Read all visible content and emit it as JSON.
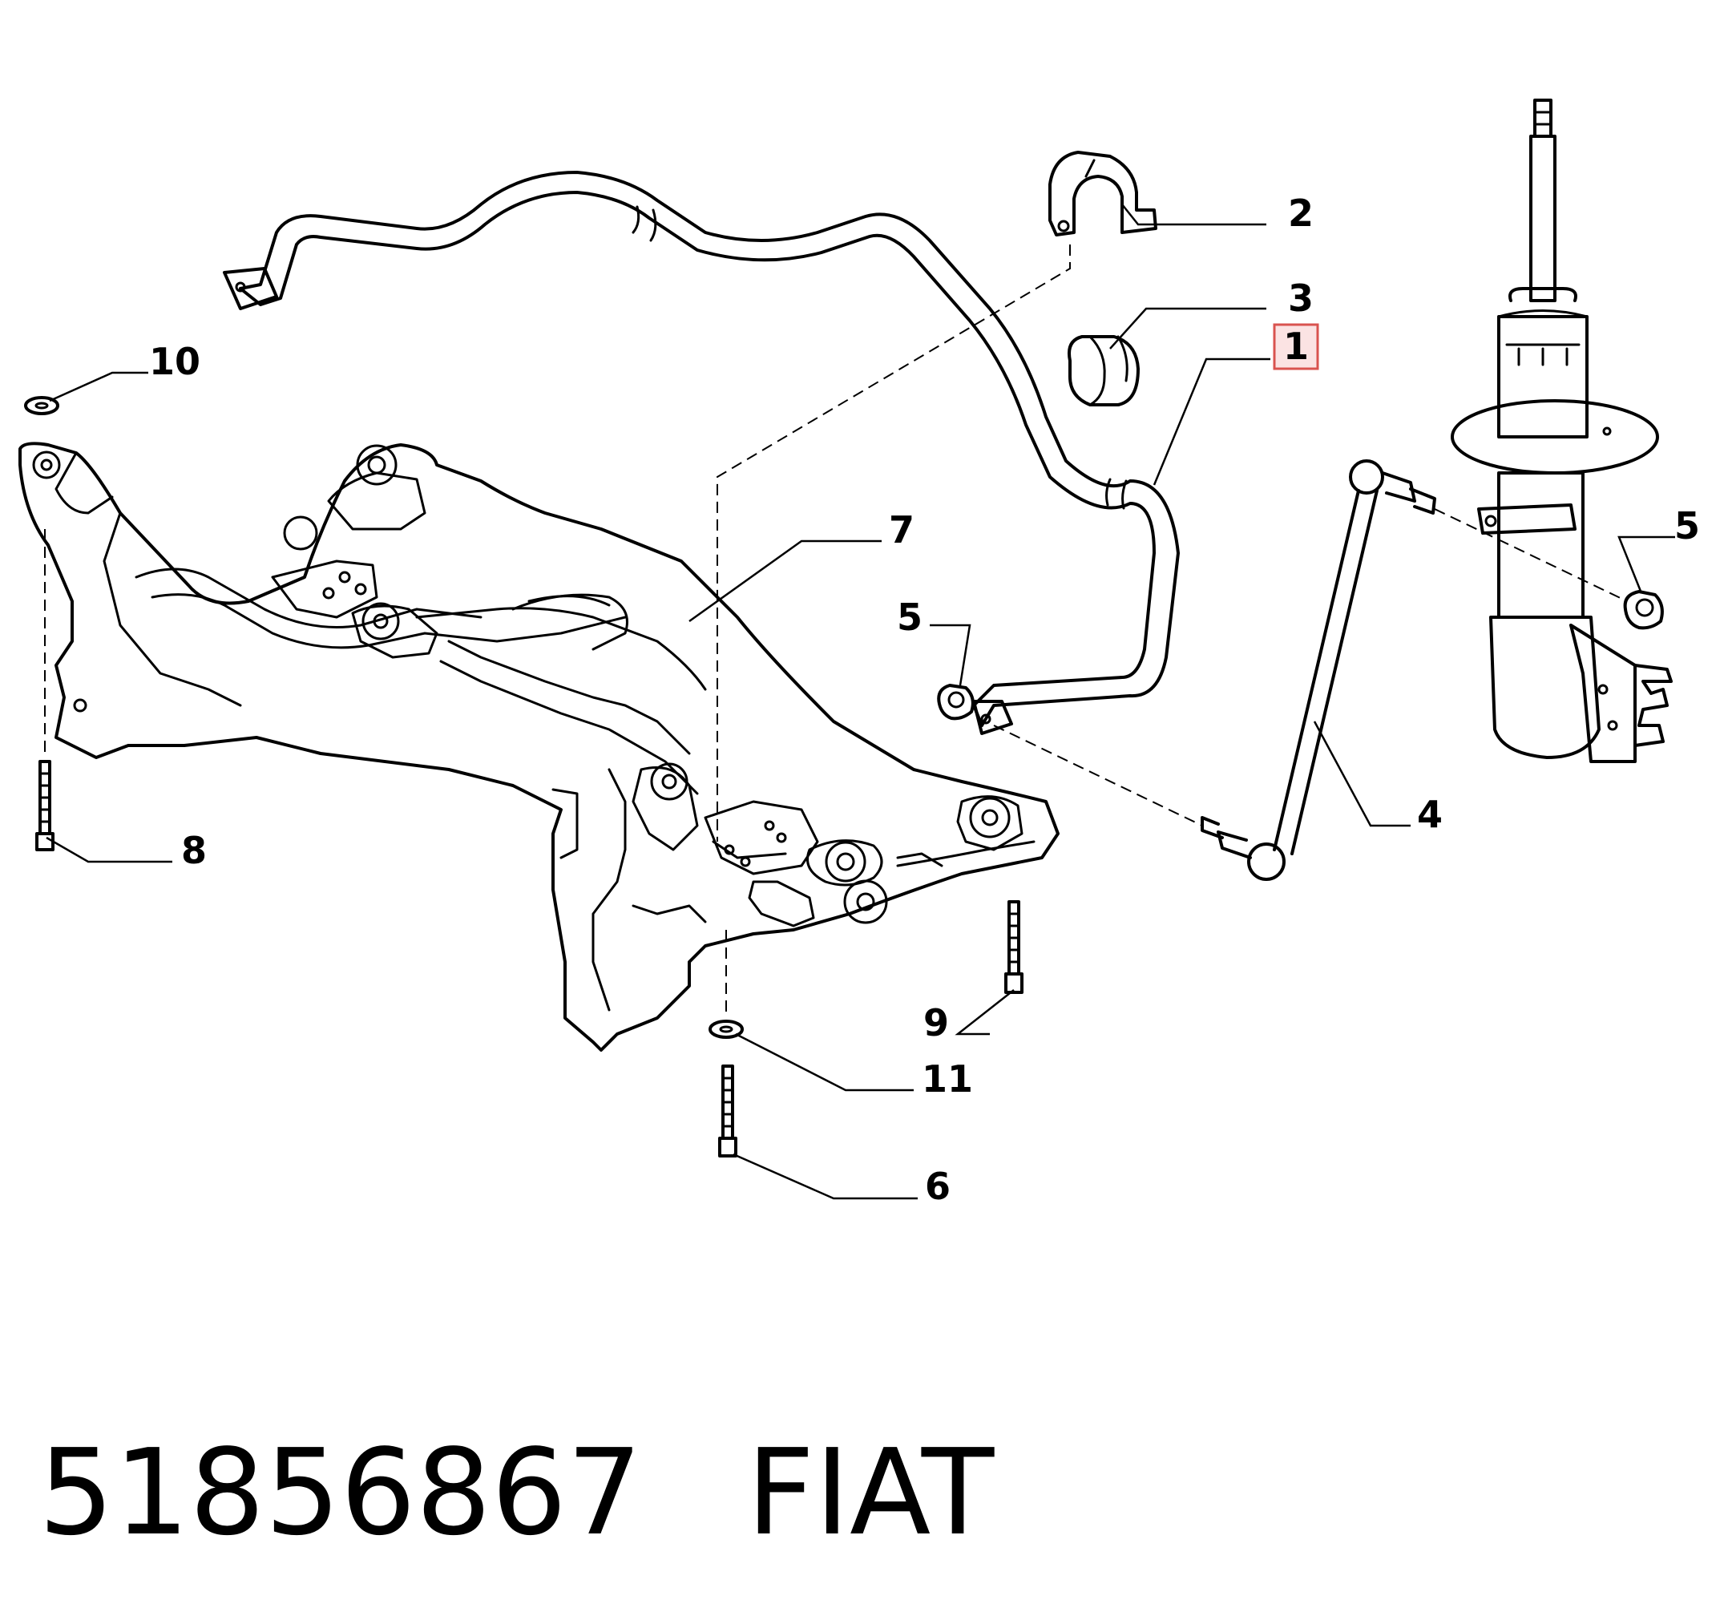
{
  "callouts": {
    "c1": "1",
    "c2": "2",
    "c3": "3",
    "c4": "4",
    "c5a": "5",
    "c5b": "5",
    "c6": "6",
    "c7": "7",
    "c8": "8",
    "c9": "9",
    "c10": "10",
    "c11": "11"
  },
  "highlight_color": "#d9534f",
  "footer": {
    "part_number": "51856867",
    "brand": "FIAT"
  }
}
